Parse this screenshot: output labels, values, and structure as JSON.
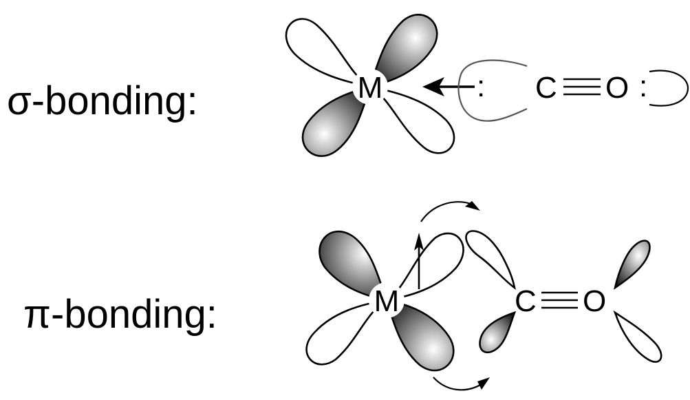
{
  "sigma": {
    "label": "σ-bonding:",
    "metal": "M",
    "carbon": "C",
    "oxygen": "O",
    "lone_pair": ":"
  },
  "pi": {
    "label": "π-bonding:",
    "metal": "M",
    "carbon": "C",
    "oxygen": "O"
  },
  "colors": {
    "lobe_shade": "#000000",
    "lobe_light": "#ffffff",
    "outline": "#000000"
  }
}
